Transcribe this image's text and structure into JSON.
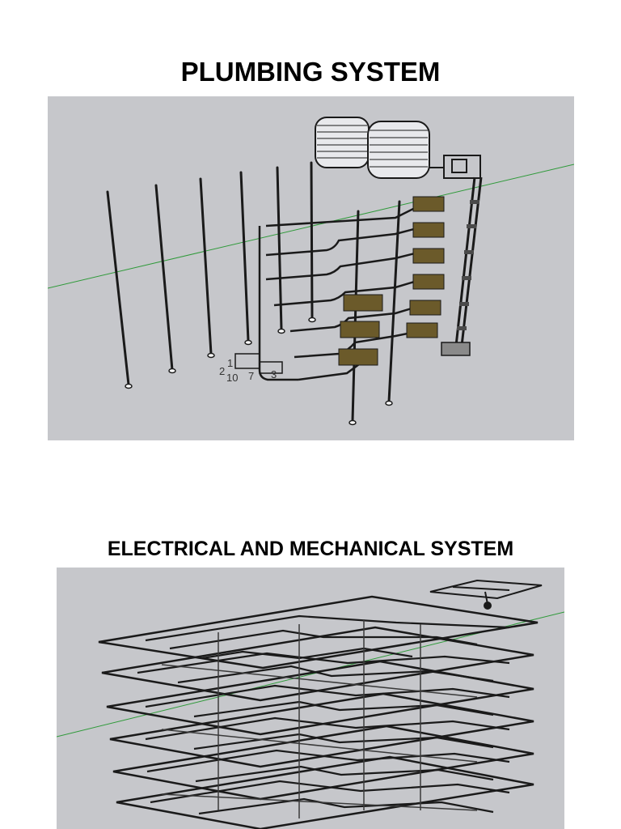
{
  "sections": [
    {
      "title": "PLUMBING SYSTEM"
    },
    {
      "title": "ELECTRICAL AND MECHANICAL SYSTEM"
    }
  ],
  "figure_annotation": [
    "2",
    "1",
    "10",
    "7",
    "3"
  ],
  "colors": {
    "viewport_bg": "#c6c7cb",
    "axis_line": "#2f9a3a",
    "pipe": "#1a1a1a",
    "tank_fill": "#e8e9ec",
    "fixture": "#6b5a2a"
  }
}
